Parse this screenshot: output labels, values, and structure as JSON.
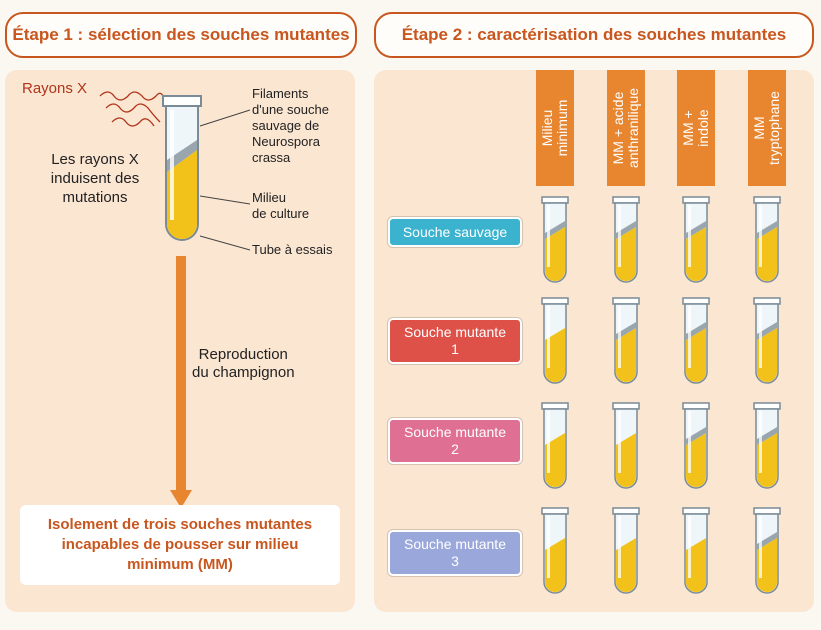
{
  "stage1": {
    "title": "Étape 1 : sélection des souches mutantes",
    "xray_label": "Rayons X",
    "xray_effect": "Les rayons X induisent des mutations",
    "filaments_label": "Filaments\nd'une souche\nsauvage de\nNeurospora\ncrassa",
    "medium_label": "Milieu\nde culture",
    "tube_label": "Tube à essais",
    "reproduction_label": "Reproduction\ndu champignon",
    "result": "Isolement de trois souches mutantes incapables de pousser sur milieu minimum (MM)"
  },
  "stage2": {
    "title": "Étape 2 : caractérisation des souches mutantes",
    "media": [
      "Milieu\nminimum",
      "MM + acide\nanthranilique",
      "MM +\nindole",
      "MM\ntryptophane"
    ],
    "strains": [
      {
        "label": "Souche sauvage",
        "color": "#3bb3cf",
        "growth": [
          true,
          true,
          true,
          true
        ]
      },
      {
        "label": "Souche mutante\n1",
        "color": "#dd5149",
        "growth": [
          false,
          true,
          true,
          true
        ]
      },
      {
        "label": "Souche mutante\n2",
        "color": "#df6f93",
        "growth": [
          false,
          false,
          true,
          true
        ]
      },
      {
        "label": "Souche mutante\n3",
        "color": "#9aa7da",
        "growth": [
          false,
          false,
          false,
          true
        ]
      }
    ]
  },
  "colors": {
    "accent": "#c8561f",
    "orange": "#e8852f",
    "panel": "#fbe6d2",
    "culture": "#f2c21a"
  }
}
